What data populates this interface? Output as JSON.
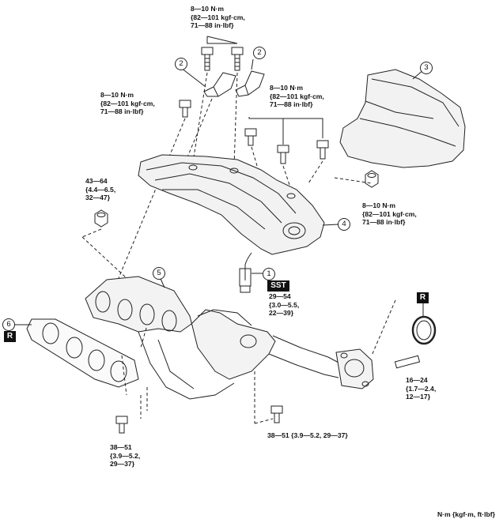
{
  "torque_specs": {
    "top_bolts": "8—10 N·m\n{82—101 kgf·cm,\n71—88 in·lbf}",
    "left_bracket_bolt": "8—10 N·m\n{82—101 kgf·cm,\n71—88 in·lbf}",
    "insulator_bolts": "8—10 N·m\n{82—101 kgf·cm,\n71—88 in·lbf}",
    "right_insulator_nut": "8—10 N·m\n{82—101 kgf·cm,\n71—88 in·lbf}",
    "manifold_nut": "43—64\n{4.4—6.5,\n32—47}",
    "sensor": "29—54\n{3.0—5.5,\n22—39}",
    "stud": "16—24\n{1.7—2.4,\n12—17}",
    "lower_left_bolt": "38—51\n{3.9—5.2,\n29—37}",
    "lower_center_bolt": "38—51 {3.9—5.2, 29—37}"
  },
  "callouts": {
    "n1": "1",
    "n2a": "2",
    "n2b": "2",
    "n3": "3",
    "n4": "4",
    "n5": "5",
    "n6": "6"
  },
  "badges": {
    "sst": "SST",
    "r_gasket": "R",
    "r_ring": "R"
  },
  "units_note": "N·m {kgf·m, ft·lbf}"
}
